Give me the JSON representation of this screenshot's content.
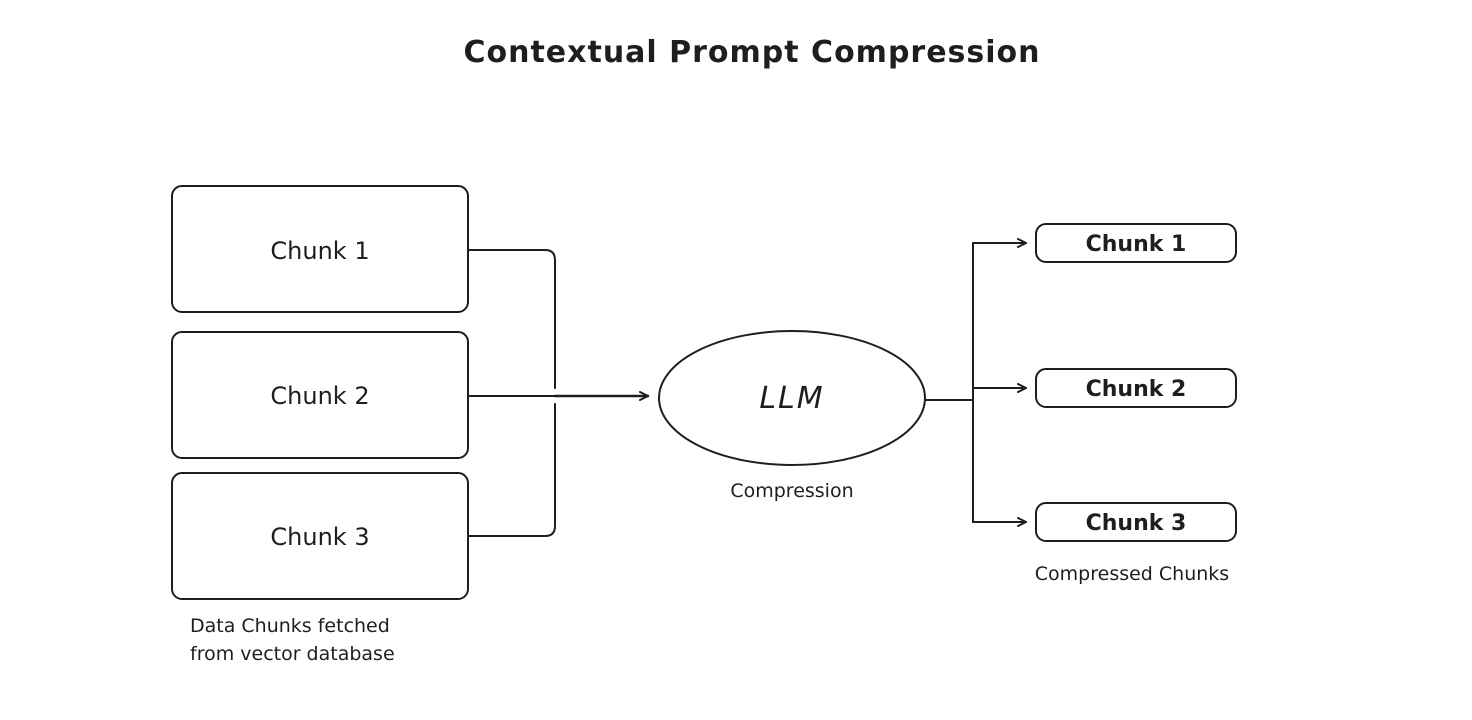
{
  "title": "Contextual Prompt Compression",
  "colors": {
    "stroke": "#1e1e1e",
    "source_chunk_fill": "#ffffff",
    "compressed_chunk_fill": "#a6d9f7",
    "background": "#ffffff"
  },
  "source_group": {
    "chunks": [
      {
        "label": "Chunk 1"
      },
      {
        "label": "Chunk 2"
      },
      {
        "label": "Chunk 3"
      }
    ],
    "caption_line1": "Data Chunks fetched",
    "caption_line2": "from vector database"
  },
  "llm": {
    "label": "LLM",
    "caption": "Compression"
  },
  "compressed_group": {
    "chunks": [
      {
        "label": "Chunk 1"
      },
      {
        "label": "Chunk 2"
      },
      {
        "label": "Chunk 3"
      }
    ],
    "caption": "Compressed Chunks"
  }
}
